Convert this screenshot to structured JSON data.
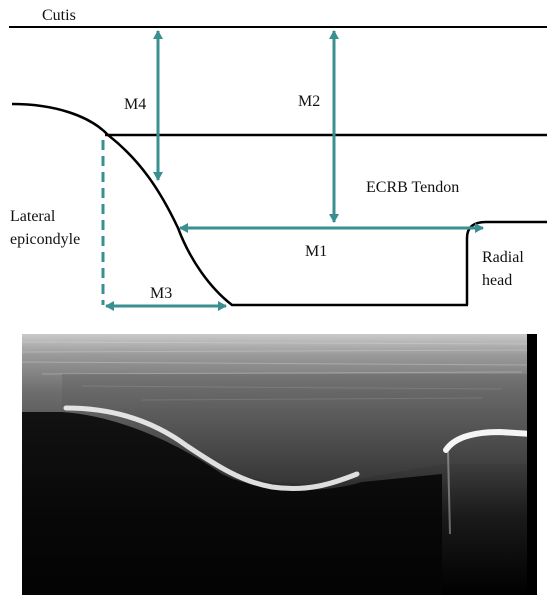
{
  "labels": {
    "cutis": "Cutis",
    "m4": "M4",
    "m2": "M2",
    "m1": "M1",
    "m3": "M3",
    "ecrb": "ECRB Tendon",
    "lateral_line1": "Lateral",
    "lateral_line2": "epicondyle",
    "radial_line1": "Radial",
    "radial_line2": "head"
  },
  "colors": {
    "arrow": "#3a8f91",
    "line": "#000000"
  }
}
